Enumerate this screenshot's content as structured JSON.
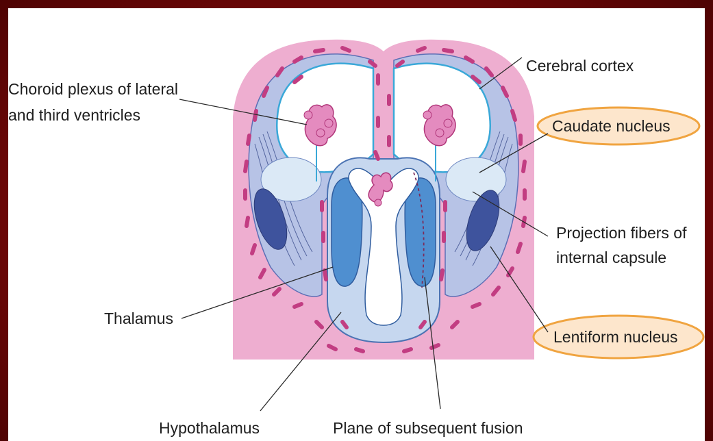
{
  "labels": {
    "cerebral_cortex": "Cerebral cortex",
    "choroid_line1": "Choroid plexus of  lateral",
    "choroid_line2": "and third ventricles",
    "caudate": "Caudate nucleus",
    "projection_line1": "Projection fibers of",
    "projection_line2": "internal capsule",
    "thalamus": "Thalamus",
    "lentiform": "Lentiform nucleus",
    "hypothalamus": "Hypothalamus",
    "plane": "Plane of subsequent fusion"
  },
  "colors": {
    "background": "#7a0c0c",
    "tissue_pink": "#eeaed0",
    "blood_vessels": "#c23d82",
    "ventricle_wall_light": "#b7c3e6",
    "thalamus_blue": "#4f8fd0",
    "caudate_pale": "#dbe9f6",
    "lentiform_dark": "#3e539d",
    "highlight_fill": "#fde6cc",
    "highlight_stroke": "#f0a440"
  }
}
